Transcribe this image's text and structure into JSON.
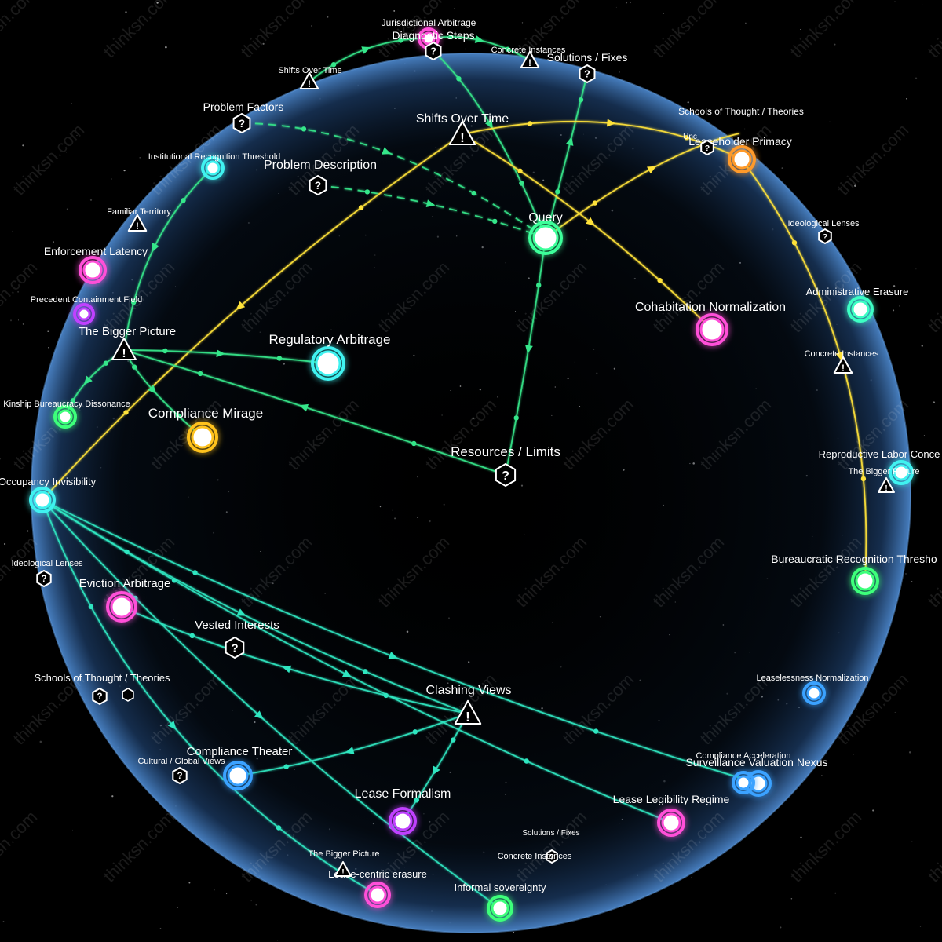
{
  "colors": {
    "background": "#000000",
    "sphere_edge": "#3a6fb0",
    "cyan_edge": "#2fe6c0",
    "green_edge": "#35e68a",
    "yellow_edge": "#ffe23a"
  },
  "watermark": "thinksn.com",
  "nodes": [
    {
      "id": "query",
      "label": "Query",
      "shape": "circle",
      "color": "#3dff9a"
    },
    {
      "id": "regulatory_arbitrage",
      "label": "Regulatory Arbitrage",
      "shape": "circle",
      "color": "#3ff2f0"
    },
    {
      "id": "compliance_mirage",
      "label": "Compliance Mirage",
      "shape": "circle",
      "color": "#ffc21e"
    },
    {
      "id": "cohabitation_normalization",
      "label": "Cohabitation Normalization",
      "shape": "circle",
      "color": "#ff4fd8"
    },
    {
      "id": "leaseholder_primacy",
      "label": "Leaseholder Primacy",
      "shape": "circle",
      "color": "#ff9a2a"
    },
    {
      "id": "administrative_erasure",
      "label": "Administrative Erasure",
      "shape": "circle",
      "color": "#3dffc4"
    },
    {
      "id": "reproductive_labor",
      "label": "Reproductive Labor Conce",
      "shape": "circle",
      "color": "#3ff2f0"
    },
    {
      "id": "bureaucratic_recognition",
      "label": "Bureaucratic Recognition Thresho",
      "shape": "circle",
      "color": "#3dff7a"
    },
    {
      "id": "leaselessness",
      "label": "Leaselessness Normalization",
      "shape": "circle",
      "color": "#3aa2ff"
    },
    {
      "id": "surveillance_valuation",
      "label": "Surveillance Valuation Nexus",
      "shape": "circle",
      "color": "#3aa2ff"
    },
    {
      "id": "compliance_acceleration",
      "label": "Compliance Acceleration",
      "shape": "circle",
      "color": "#3aa2ff"
    },
    {
      "id": "lease_legibility",
      "label": "Lease Legibility Regime",
      "shape": "circle",
      "color": "#ff4fd8"
    },
    {
      "id": "informal_sovereignty",
      "label": "Informal sovereignty",
      "shape": "circle",
      "color": "#3dff7a"
    },
    {
      "id": "lease_centric",
      "label": "Lease-centric erasure",
      "shape": "circle",
      "color": "#ff4fd8"
    },
    {
      "id": "lease_formalism",
      "label": "Lease Formalism",
      "shape": "circle",
      "color": "#c040ff"
    },
    {
      "id": "compliance_theater",
      "label": "Compliance Theater",
      "shape": "circle",
      "color": "#3aa2ff"
    },
    {
      "id": "eviction_arbitrage",
      "label": "Eviction Arbitrage",
      "shape": "circle",
      "color": "#ff4fd8"
    },
    {
      "id": "occupancy_invisibility",
      "label": "Occupancy Invisibility",
      "shape": "circle",
      "color": "#3ff2f0"
    },
    {
      "id": "kinship_bureaucracy",
      "label": "Kinship Bureaucracy Dissonance",
      "shape": "circle",
      "color": "#3dff7a"
    },
    {
      "id": "precedent_containment",
      "label": "Precedent Containment Field",
      "shape": "circle",
      "color": "#c040ff"
    },
    {
      "id": "enforcement_latency",
      "label": "Enforcement Latency",
      "shape": "circle",
      "color": "#ff4fd8"
    },
    {
      "id": "institutional_recognition",
      "label": "Institutional Recognition Threshold",
      "shape": "circle",
      "color": "#3ff2f0"
    },
    {
      "id": "jurisdictional_arbitrage",
      "label": "Jurisdictional Arbitrage",
      "shape": "circle",
      "color": "#ff4fd8"
    },
    {
      "id": "diagnostic_steps",
      "label": "Diagnostic Steps",
      "shape": "hex",
      "color": "#ffffff"
    },
    {
      "id": "solutions_fixes",
      "label": "Solutions / Fixes",
      "shape": "hex",
      "color": "#ffffff"
    },
    {
      "id": "problem_factors",
      "label": "Problem Factors",
      "shape": "hex",
      "color": "#ffffff"
    },
    {
      "id": "problem_description",
      "label": "Problem Description",
      "shape": "hex",
      "color": "#ffffff"
    },
    {
      "id": "resources_limits",
      "label": "Resources / Limits",
      "shape": "hex",
      "color": "#ffffff"
    },
    {
      "id": "vested_interests",
      "label": "Vested Interests",
      "shape": "hex",
      "color": "#ffffff"
    },
    {
      "id": "schools_thought_right",
      "label": "Schools of Thought / Theories",
      "shape": "hex",
      "color": "#ffffff"
    },
    {
      "id": "ideological_lenses_right",
      "label": "Ideological Lenses",
      "shape": "hex",
      "color": "#ffffff"
    },
    {
      "id": "ideological_lenses_left",
      "label": "Ideological Lenses",
      "shape": "hex",
      "color": "#ffffff"
    },
    {
      "id": "schools_thought_left",
      "label": "Schools of Thought / Theories",
      "shape": "hex",
      "color": "#ffffff"
    },
    {
      "id": "cultural_global",
      "label": "Cultural / Global Views",
      "shape": "hex",
      "color": "#ffffff"
    },
    {
      "id": "concrete_instances_bottom",
      "label": "Concrete Instances",
      "shape": "hex",
      "color": "#ffffff"
    },
    {
      "id": "solutions_fixes_bottom",
      "label": "Solutions / Fixes",
      "shape": "hex",
      "color": "#ffffff"
    },
    {
      "id": "unc_marker",
      "label": "Unc",
      "shape": "hex",
      "color": "#ffffff"
    },
    {
      "id": "shifts_over_time",
      "label": "Shifts Over Time",
      "shape": "tri",
      "color": "#ffffff"
    },
    {
      "id": "shifts_over_time_small",
      "label": "Shifts Over Time",
      "shape": "tri",
      "color": "#ffffff"
    },
    {
      "id": "concrete_instances_top",
      "label": "Concrete Instances",
      "shape": "tri",
      "color": "#ffffff"
    },
    {
      "id": "familiar_territory",
      "label": "Familiar Territory",
      "shape": "tri",
      "color": "#ffffff"
    },
    {
      "id": "bigger_picture_left",
      "label": "The Bigger Picture",
      "shape": "tri",
      "color": "#ffffff"
    },
    {
      "id": "clashing_views",
      "label": "Clashing Views",
      "shape": "tri",
      "color": "#ffffff"
    },
    {
      "id": "concrete_instances_right",
      "label": "Concrete Instances",
      "shape": "tri",
      "color": "#ffffff"
    },
    {
      "id": "bigger_picture_right",
      "label": "The Bigger Picture",
      "shape": "tri",
      "color": "#ffffff"
    },
    {
      "id": "bigger_picture_bottom",
      "label": "The Bigger Picture",
      "shape": "tri",
      "color": "#ffffff"
    }
  ],
  "edges": [
    {
      "from": "diagnostic_steps",
      "to": "query",
      "color": "green",
      "style": "solid"
    },
    {
      "from": "query",
      "to": "solutions_fixes",
      "color": "green",
      "style": "solid"
    },
    {
      "from": "query",
      "to": "resources_limits",
      "color": "green",
      "style": "solid"
    },
    {
      "from": "problem_factors",
      "to": "query",
      "color": "green",
      "style": "dashed"
    },
    {
      "from": "problem_description",
      "to": "query",
      "color": "green",
      "style": "dashed"
    },
    {
      "from": "jurisdictional_arbitrage",
      "to": "concrete_instances_top",
      "color": "green",
      "style": "solid"
    },
    {
      "from": "shifts_over_time_small",
      "to": "jurisdictional_arbitrage",
      "color": "green",
      "style": "solid"
    },
    {
      "from": "shifts_over_time",
      "to": "cohabitation_normalization",
      "color": "yellow",
      "style": "solid"
    },
    {
      "from": "shifts_over_time",
      "to": "leaseholder_primacy",
      "color": "yellow",
      "style": "solid"
    },
    {
      "from": "shifts_over_time",
      "to": "occupancy_invisibility",
      "color": "yellow",
      "style": "solid"
    },
    {
      "from": "query",
      "to": "schools_thought_right",
      "color": "yellow",
      "style": "solid"
    },
    {
      "from": "leaseholder_primacy",
      "to": "bureaucratic_recognition",
      "color": "yellow",
      "style": "solid"
    },
    {
      "from": "bigger_picture_left",
      "to": "regulatory_arbitrage",
      "color": "green",
      "style": "solid"
    },
    {
      "from": "bigger_picture_left",
      "to": "compliance_mirage",
      "color": "green",
      "style": "solid"
    },
    {
      "from": "resources_limits",
      "to": "bigger_picture_left",
      "color": "green",
      "style": "solid"
    },
    {
      "from": "institutional_recognition",
      "to": "bigger_picture_left",
      "color": "green",
      "style": "solid"
    },
    {
      "from": "bigger_picture_left",
      "to": "kinship_bureaucracy",
      "color": "green",
      "style": "solid"
    },
    {
      "from": "occupancy_invisibility",
      "to": "clashing_views",
      "color": "cyan",
      "style": "solid"
    },
    {
      "from": "clashing_views",
      "to": "eviction_arbitrage",
      "color": "cyan",
      "style": "solid"
    },
    {
      "from": "clashing_views",
      "to": "compliance_theater",
      "color": "cyan",
      "style": "solid"
    },
    {
      "from": "clashing_views",
      "to": "lease_formalism",
      "color": "cyan",
      "style": "solid"
    },
    {
      "from": "occupancy_invisibility",
      "to": "lease_centric",
      "color": "cyan",
      "style": "solid"
    },
    {
      "from": "occupancy_invisibility",
      "to": "informal_sovereignty",
      "color": "cyan",
      "style": "solid"
    },
    {
      "from": "occupancy_invisibility",
      "to": "surveillance_valuation",
      "color": "cyan",
      "style": "solid"
    },
    {
      "from": "occupancy_invisibility",
      "to": "lease_legibility",
      "color": "cyan",
      "style": "solid"
    }
  ]
}
